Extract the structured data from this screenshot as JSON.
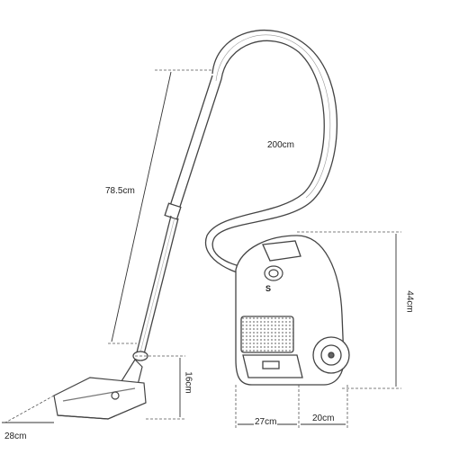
{
  "dimensions": {
    "hose": "200cm",
    "tube": "78.5cm",
    "height": "44cm",
    "nozzle_height": "16cm",
    "nozzle_width": "28cm",
    "body_length": "27cm",
    "wheel_depth": "20cm"
  },
  "body_badge": "S",
  "colors": {
    "line": "#3a3a3a",
    "dim": "#555555"
  }
}
